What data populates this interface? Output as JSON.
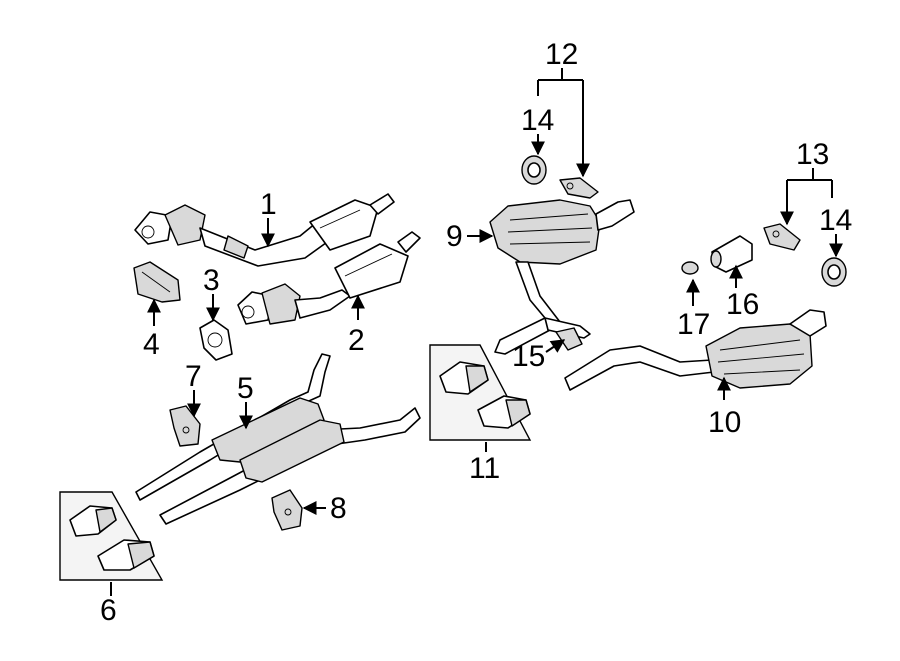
{
  "callouts": {
    "c1": "1",
    "c2": "2",
    "c3": "3",
    "c4": "4",
    "c5": "5",
    "c6": "6",
    "c7": "7",
    "c8": "8",
    "c9": "9",
    "c10": "10",
    "c11": "11",
    "c12": "12",
    "c13": "13",
    "c14a": "14",
    "c14b": "14",
    "c15": "15",
    "c16": "16",
    "c17": "17"
  }
}
